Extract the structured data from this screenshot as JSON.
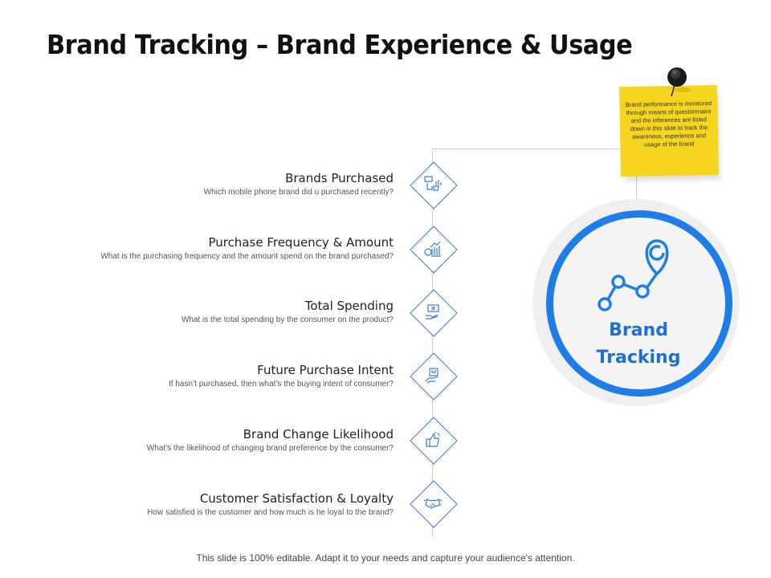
{
  "title": "Brand Tracking – Brand Experience & Usage",
  "items": [
    {
      "heading": "Brands Purchased",
      "subtext": "Which mobile phone brand did u purchased recently?",
      "icon": "buy-cart-icon"
    },
    {
      "heading": "Purchase Frequency & Amount",
      "subtext": "What is the purchasing frequency and the amount spend on the brand purchased?",
      "icon": "money-growth-chart-icon"
    },
    {
      "heading": "Total Spending",
      "subtext": "What is the total spending by the consumer on the product?",
      "icon": "cash-in-hand-icon"
    },
    {
      "heading": "Future Purchase Intent",
      "subtext": "If hasn’t purchased, then what’s the buying intent of consumer?",
      "icon": "bag-in-hand-icon"
    },
    {
      "heading": "Brand Change Likelihood",
      "subtext": "What’s the likelihood of changing brand preference by the consumer?",
      "icon": "thumbs-up-icon"
    },
    {
      "heading": "Customer Satisfaction & Loyalty",
      "subtext": "How satisfied is the customer and how much is he loyal to the brand?",
      "icon": "handshake-icon"
    }
  ],
  "sticky_note": {
    "text": "Brand performance is monitored through means of questionnaire and the inferences are listed down in this slide to track the awareness, experience and usage of the brand",
    "color": "#f6d51f"
  },
  "center": {
    "line1": "Brand",
    "line2": "Tracking",
    "icon": "location-tracking-icon",
    "accent": "#1f7de8"
  },
  "footer": "This slide is 100% editable. Adapt it to your needs and capture your audience's attention."
}
